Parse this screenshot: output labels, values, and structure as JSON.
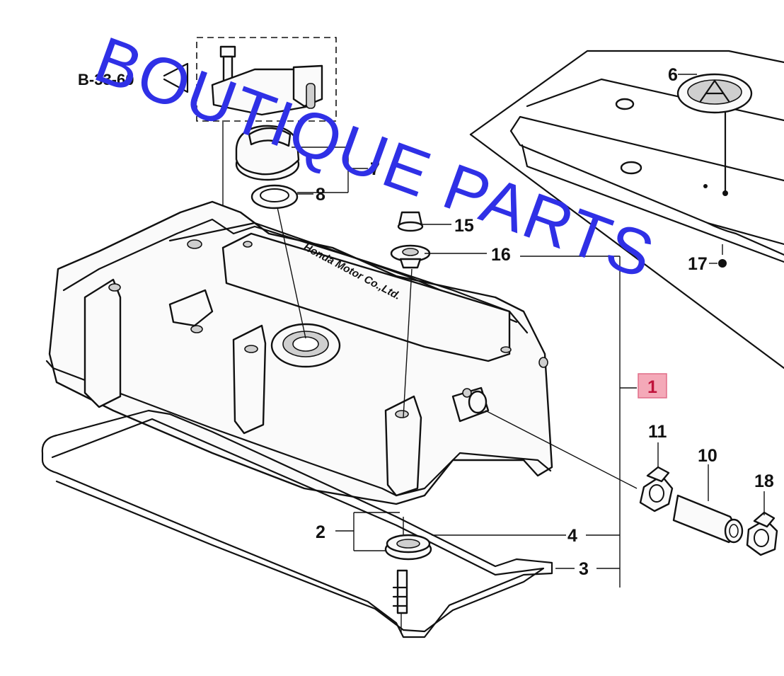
{
  "diagram": {
    "reference": "B-33-60",
    "engraving": "Honda Motor Co.,Ltd.",
    "callouts": [
      "1",
      "2",
      "3",
      "4",
      "6",
      "7",
      "8",
      "10",
      "11",
      "15",
      "16",
      "17",
      "18"
    ],
    "highlighted_callout": "1",
    "highlight_color": "#f4a9b8"
  },
  "watermark": {
    "text": "BOUTIQUE PARTS",
    "color": "#2f30e6"
  }
}
